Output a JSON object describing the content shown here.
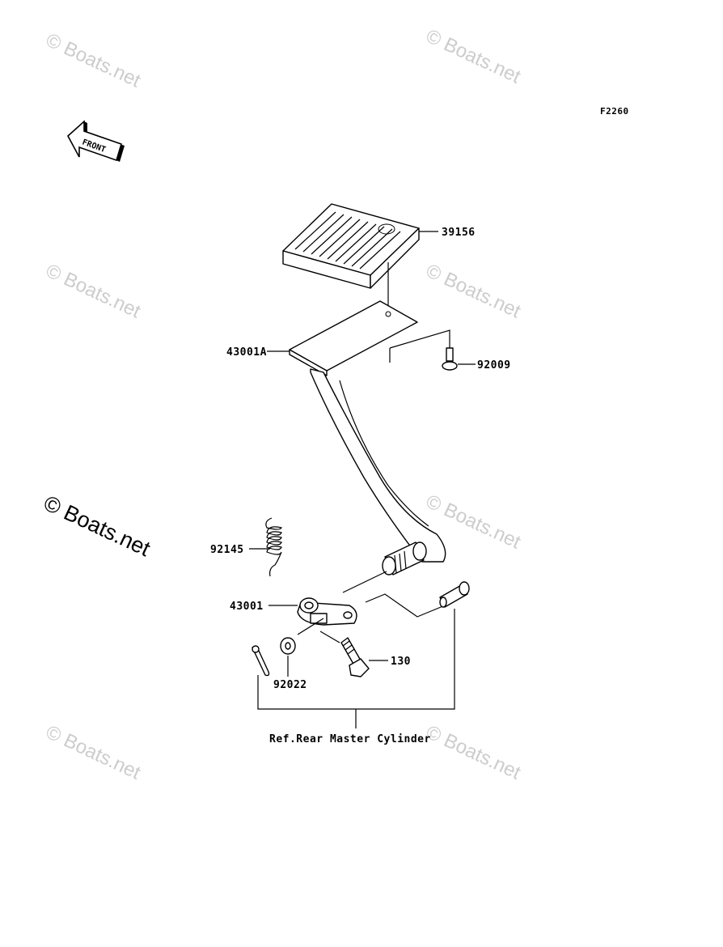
{
  "figure_code": "F2260",
  "front_arrow_label": "FRONT",
  "watermark": "© Boats.net",
  "watermark_feature": "© Boats.net",
  "parts": {
    "p39156": "39156",
    "p43001A": "43001A",
    "p92009": "92009",
    "p92145": "92145",
    "p43001": "43001",
    "p92022": "92022",
    "p130": "130"
  },
  "reference_note": "Ref.Rear Master Cylinder"
}
